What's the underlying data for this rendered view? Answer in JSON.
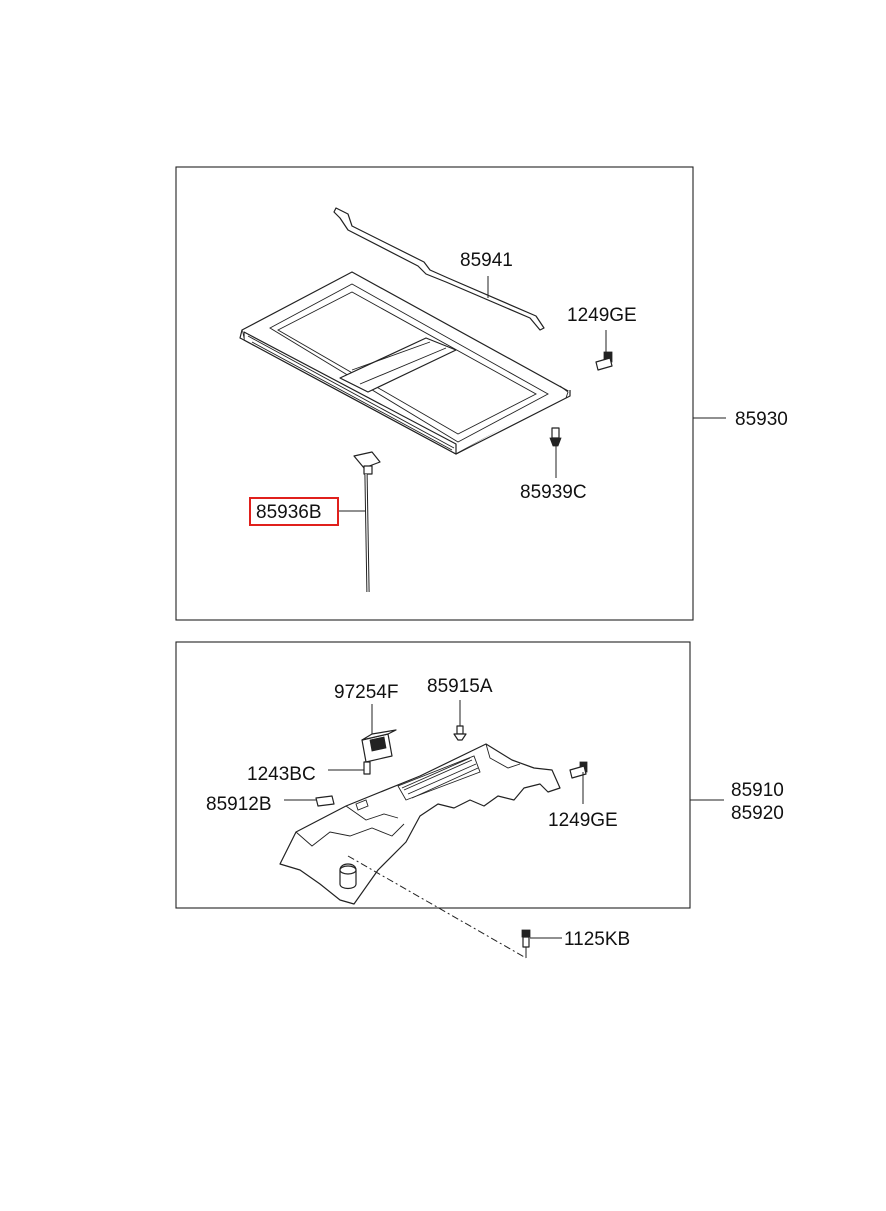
{
  "diagram": {
    "upper_group": {
      "labels": {
        "p85941": "85941",
        "p1249ge": "1249GE",
        "p85930": "85930",
        "p85939c": "85939C",
        "p85936b": "85936B"
      },
      "highlighted_part": "85936B",
      "highlight_color": "#e0201c"
    },
    "lower_group": {
      "labels": {
        "p97254f": "97254F",
        "p85915a": "85915A",
        "p1243bc": "1243BC",
        "p85912b": "85912B",
        "p85910": "85910",
        "p85920": "85920",
        "p1249ge": "1249GE",
        "p1125kb": "1125KB"
      }
    }
  }
}
